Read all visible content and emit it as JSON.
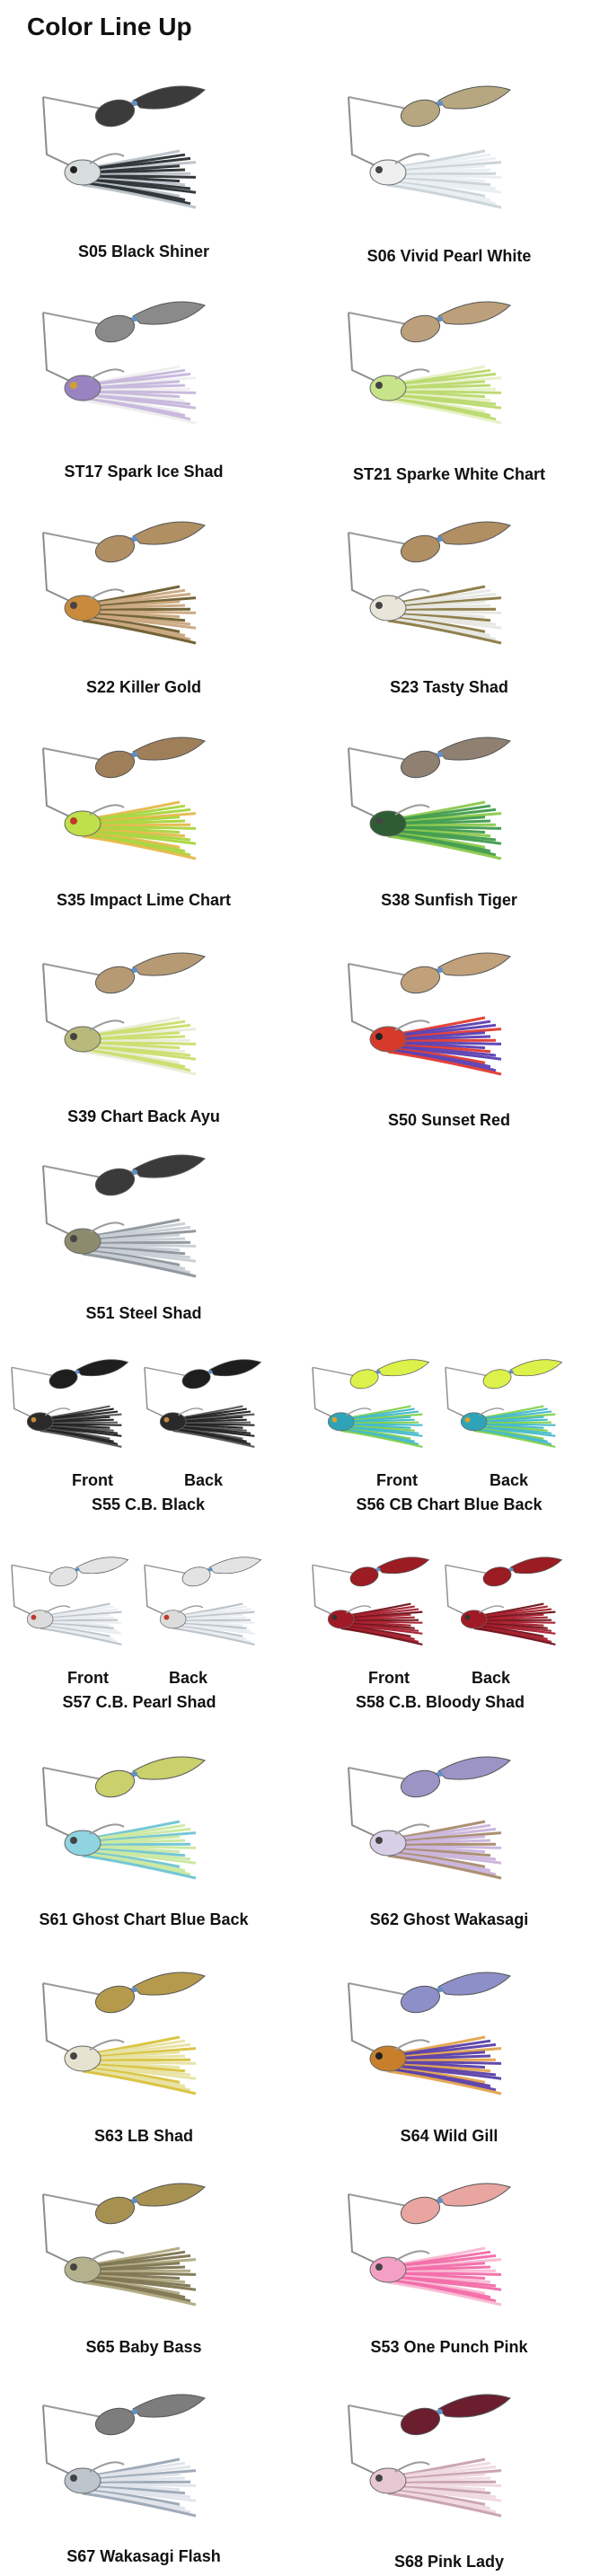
{
  "title": "Color Line Up",
  "items": [
    {
      "code": "S05",
      "name": "Black Shiner",
      "label": "S05 Black Shiner",
      "blade": "#3b3b3b",
      "skirt": "#2a2f33",
      "skirt2": "#b8c2c8",
      "head": "#d7dcdc",
      "eye": "#222"
    },
    {
      "code": "S06",
      "name": "Vivid Pearl White",
      "label": "S06 Vivid Pearl White",
      "blade": "#b7a781",
      "skirt": "#e9eef1",
      "skirt2": "#c9d3d8",
      "head": "#efefef",
      "eye": "#444"
    },
    {
      "code": "ST17",
      "name": "Spark Ice Shad",
      "label": "ST17 Spark Ice Shad",
      "blade": "#8a8a8a",
      "skirt": "#c6b6db",
      "skirt2": "#eeeeee",
      "head": "#9a83c1",
      "eye": "#d1a22c"
    },
    {
      "code": "ST21",
      "name": "Sparke White Chart",
      "label": "ST21 Sparke White Chart",
      "blade": "#bba07b",
      "skirt": "#b9d96c",
      "skirt2": "#e6f0c5",
      "head": "#c7e48b",
      "eye": "#444"
    },
    {
      "code": "S22",
      "name": "Killer Gold",
      "label": "S22 Killer Gold",
      "blade": "#b08f63",
      "skirt": "#c9a57c",
      "skirt2": "#6b5d2e",
      "head": "#c98a3b",
      "eye": "#444"
    },
    {
      "code": "S23",
      "name": "Tasty Shad",
      "label": "S23 Tasty Shad",
      "blade": "#b08f63",
      "skirt": "#e6e6e1",
      "skirt2": "#8a7a43",
      "head": "#e9e5d9",
      "eye": "#444"
    },
    {
      "code": "S35",
      "name": "Impact Lime Chart",
      "label": "S35 Impact Lime Chart",
      "blade": "#9f7f5a",
      "skirt": "#a8d53c",
      "skirt2": "#e6b84a",
      "head": "#bfe04a",
      "eye": "#c0392b"
    },
    {
      "code": "S38",
      "name": "Sunfish Tiger",
      "label": "S38 Sunfish Tiger",
      "blade": "#8f8071",
      "skirt": "#3f9b4b",
      "skirt2": "#8ac84c",
      "head": "#2f5d33",
      "eye": "#444"
    },
    {
      "code": "S39",
      "name": "Chart Back Ayu",
      "label": "S39 Chart Back Ayu",
      "blade": "#b69a74",
      "skirt": "#c9de6b",
      "skirt2": "#e9ecd7",
      "head": "#b8b97a",
      "eye": "#444"
    },
    {
      "code": "S50",
      "name": "Sunset Red",
      "label": "S50 Sunset Red",
      "blade": "#c0a17a",
      "skirt": "#5b3fb1",
      "skirt2": "#e13a2f",
      "head": "#d63a2b",
      "eye": "#222"
    },
    {
      "code": "S51",
      "name": "Steel Shad",
      "label": "S51 Steel Shad",
      "blade": "#3a3a3a",
      "skirt": "#c7ced3",
      "skirt2": "#8b949b",
      "head": "#8d8b6d",
      "eye": "#444"
    },
    {
      "code": "S55",
      "name": "C.B. Black",
      "label": "S55 C.B. Black",
      "front": "Front",
      "back": "Back",
      "blade": "#1e1e1e",
      "skirt": "#1e1e1e",
      "skirt2": "#555555",
      "head": "#2a2a2a",
      "eye": "#c98a3b"
    },
    {
      "code": "S56",
      "name": "CB Chart Blue Back",
      "label": "S56 CB Chart Blue Back",
      "front": "Front",
      "back": "Back",
      "blade": "#dcf14a",
      "skirt": "#41b8c9",
      "skirt2": "#7fd04a",
      "head": "#2fa4b8",
      "eye": "#e0a02c"
    },
    {
      "code": "S57",
      "name": "C.B. Pearl Shad",
      "label": "S57 C.B. Pearl Shad",
      "front": "Front",
      "back": "Back",
      "blade": "#e3e3e3",
      "skirt": "#e8ecef",
      "skirt2": "#b9c1c8",
      "head": "#dcdcdc",
      "eye": "#c0392b"
    },
    {
      "code": "S58",
      "name": "C.B. Bloody Shad",
      "label": "S58 C.B. Bloody Shad",
      "front": "Front",
      "back": "Back",
      "blade": "#9b1c22",
      "skirt": "#a51b2a",
      "skirt2": "#6d1018",
      "head": "#a01a25",
      "eye": "#333"
    },
    {
      "code": "S61",
      "name": "Ghost Chart Blue Back",
      "label": "S61 Ghost Chart Blue Back",
      "blade": "#c9d06c",
      "skirt": "#c9e8a0",
      "skirt2": "#6ec4d4",
      "head": "#8fd4e0",
      "eye": "#444"
    },
    {
      "code": "S62",
      "name": "Ghost Wakasagi",
      "label": "S62 Ghost Wakasagi",
      "blade": "#9c94c4",
      "skirt": "#c9b3db",
      "skirt2": "#a88a6b",
      "head": "#d6cfe6",
      "eye": "#444"
    },
    {
      "code": "S63",
      "name": "LB Shad",
      "label": "S63 LB Shad",
      "blade": "#b69a4c",
      "skirt": "#e7e1a0",
      "skirt2": "#d8c23c",
      "head": "#e5e2cf",
      "eye": "#444"
    },
    {
      "code": "S64",
      "name": "Wild Gill",
      "label": "S64 Wild Gill",
      "blade": "#8d8fc9",
      "skirt": "#5b3fa6",
      "skirt2": "#e3a34c",
      "head": "#c77f2c",
      "eye": "#222"
    },
    {
      "code": "S65",
      "name": "Baby Bass",
      "label": "S65 Baby Bass",
      "blade": "#a69150",
      "skirt": "#7d7450",
      "skirt2": "#b0a880",
      "head": "#b4b28d",
      "eye": "#444"
    },
    {
      "code": "S53",
      "name": "One Punch Pink",
      "label": "S53 One Punch Pink",
      "blade": "#e9a5a0",
      "skirt": "#f26aa8",
      "skirt2": "#f9b8d3",
      "head": "#f4a0c4",
      "eye": "#444"
    },
    {
      "code": "S67",
      "name": "Wakasagi Flash",
      "label": "S67 Wakasagi Flash",
      "blade": "#7d7d7d",
      "skirt": "#dfe4ea",
      "skirt2": "#9aa6b5",
      "head": "#bdc4cc",
      "eye": "#444"
    },
    {
      "code": "S68",
      "name": "Pink Lady",
      "label": "S68 Pink Lady",
      "blade": "#6a1e2e",
      "skirt": "#efd8df",
      "skirt2": "#c7a0ac",
      "head": "#e7c8d2",
      "eye": "#444"
    }
  ]
}
